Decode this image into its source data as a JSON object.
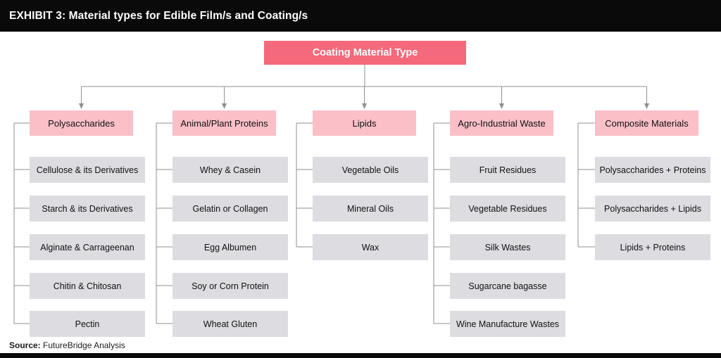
{
  "header": {
    "title": "EXHIBIT 3: Material types for Edible Film/s and Coating/s"
  },
  "root": {
    "label": "Coating Material Type"
  },
  "branches": [
    {
      "label": "Polysaccharides",
      "children": [
        "Cellulose & its Derivatives",
        "Starch & its Derivatives",
        "Alginate & Carrageenan",
        "Chitin & Chitosan",
        "Pectin"
      ]
    },
    {
      "label": "Animal/Plant Proteins",
      "children": [
        "Whey & Casein",
        "Gelatin or Collagen",
        "Egg Albumen",
        "Soy or Corn Protein",
        "Wheat Gluten"
      ]
    },
    {
      "label": "Lipids",
      "children": [
        "Vegetable Oils",
        "Mineral Oils",
        "Wax"
      ]
    },
    {
      "label": "Agro-Industrial Waste",
      "children": [
        "Fruit Residues",
        "Vegetable Residues",
        "Silk Wastes",
        "Sugarcane bagasse",
        "Wine Manufacture Wastes"
      ]
    },
    {
      "label": "Composite Materials",
      "children": [
        "Polysaccharides + Proteins",
        "Polysaccharides + Lipids",
        "Lipids + Proteins"
      ]
    }
  ],
  "footer": {
    "source_label": "Source:",
    "source_text": " FutureBridge Analysis"
  },
  "colors": {
    "bar": "#0a0a0a",
    "root_box": "#f4697b",
    "category_box": "#fabfc7",
    "child_box": "#dddce0",
    "connector": "#8f8f8f"
  }
}
